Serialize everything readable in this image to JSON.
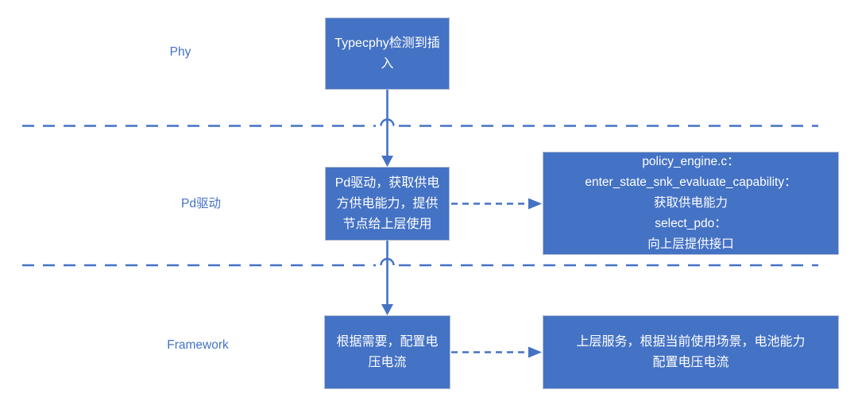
{
  "colors": {
    "accent": "#4472C4",
    "box_fill": "#4472C4",
    "box_border": "#B4BDD1",
    "box_text": "#FFFFFF",
    "label_text": "#4472C4",
    "bg": "#FFFFFF"
  },
  "lanes": {
    "phy": "Phy",
    "pd": "Pd驱动",
    "framework": "Framework"
  },
  "boxes": {
    "phy_event": {
      "text": "Typecphy检测到插入",
      "lines": [
        "Typecphy检测到插",
        "入"
      ]
    },
    "pd_driver": {
      "text": "Pd驱动，获取供电方供电能力，提供节点给上层使用",
      "lines": [
        "Pd驱动，获取供电",
        "方供电能力，提供",
        "节点给上层使用"
      ]
    },
    "pd_detail": {
      "lines": [
        "policy_engine.c：",
        "enter_state_snk_evaluate_capability：",
        "获取供电能力",
        "select_pdo：",
        "向上层提供接口"
      ]
    },
    "framework_action": {
      "text": "根据需要，配置电压电流",
      "lines": [
        "根据需要，配置电",
        "压电流"
      ]
    },
    "framework_detail": {
      "text": "上层服务，根据当前使用场景，电池能力配置电压电流",
      "lines": [
        "上层服务，根据当前使用场景，电池能力",
        "配置电压电流"
      ]
    }
  }
}
